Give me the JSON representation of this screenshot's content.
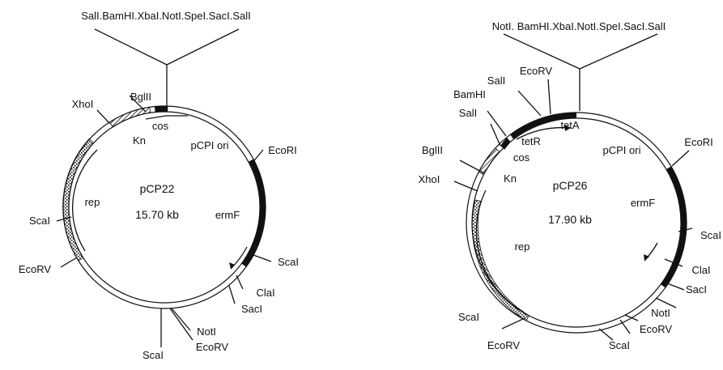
{
  "maps": [
    {
      "name": "pCP22",
      "size": "15.70 kb",
      "mcs": "SalI.BamHI.XbaI.NotI.SpeI.SacI.SalI",
      "features": [
        "cos",
        "Kn",
        "pCPI ori",
        "rep",
        "ermF"
      ],
      "sites": [
        "XhoI",
        "BglII",
        "EcoRI",
        "ScaI",
        "ClaI",
        "SacI",
        "NotI",
        "EcoRV",
        "ScaI",
        "ScaI",
        "EcoRV"
      ]
    },
    {
      "name": "pCP26",
      "size": "17.90 kb",
      "mcs": "NotI. BamHI.XbaI.NotI.SpeI.SacI.SalI",
      "features": [
        "tetA",
        "tetR",
        "cos",
        "Kn",
        "pCPI ori",
        "ermF",
        "rep"
      ],
      "sites": [
        "EcoRV",
        "SalI",
        "BamHI",
        "SalI",
        "BglII",
        "XhoI",
        "EcoRI",
        "ScaI",
        "ClaI",
        "SacI",
        "NotI",
        "EcoRV",
        "ScaI",
        "ScaI",
        "EcoRV"
      ]
    }
  ]
}
